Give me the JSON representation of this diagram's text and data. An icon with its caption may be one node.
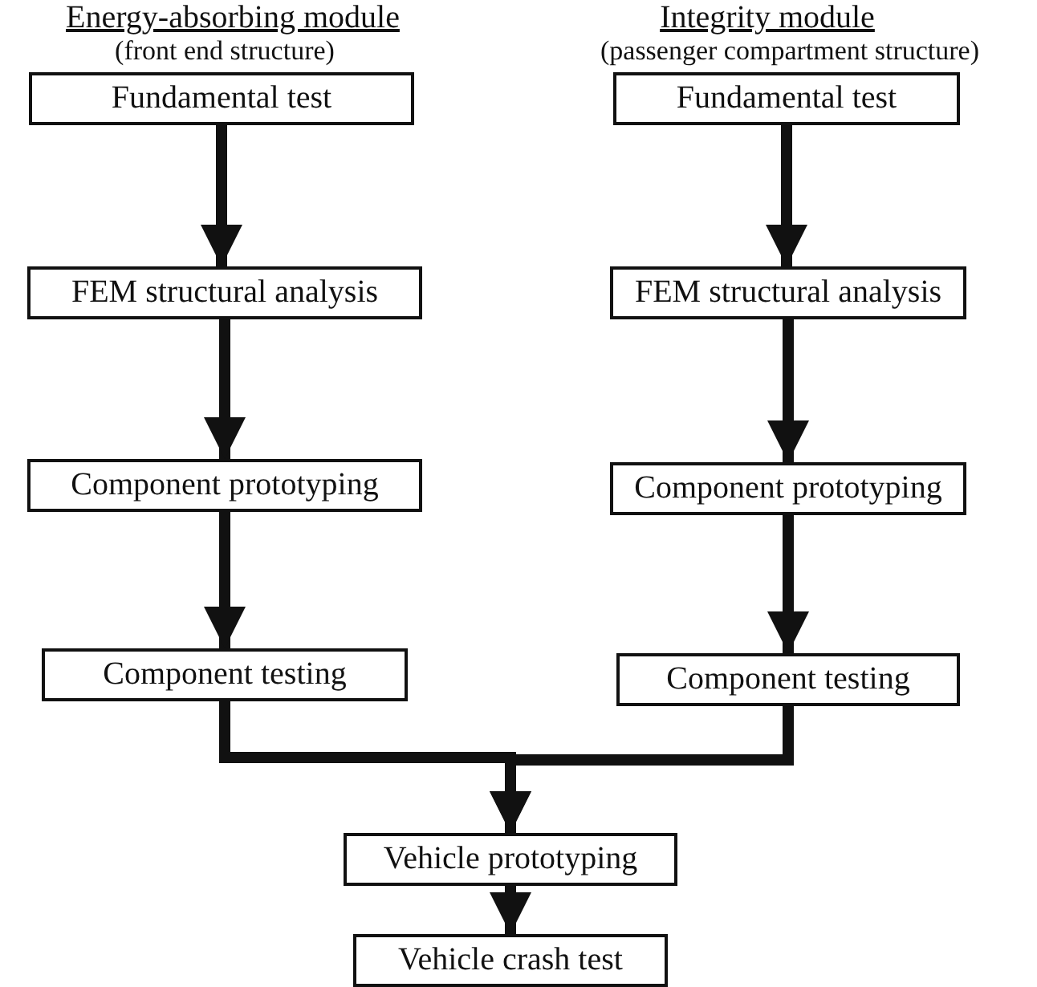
{
  "diagram": {
    "nodes": [
      {
        "text": [
          "Fundamental test"
        ]
      },
      {
        "text": [
          "FEM structural analysis"
        ]
      },
      {
        "text": [
          "Component prototyping"
        ]
      },
      {
        "text": [
          "Component testing"
        ]
      },
      {
        "text": [
          "Fundamental test"
        ]
      },
      {
        "text": [
          "FEM structural analysis"
        ]
      },
      {
        "text": [
          "Component prototyping"
        ]
      },
      {
        "text": [
          "Component testing"
        ]
      },
      {
        "text": [
          "Vehicle prototyping"
        ]
      },
      {
        "text": [
          "Vehicle crash test"
        ]
      }
    ],
    "edges": [
      {
        "from": 0,
        "to": 1,
        "arrow": "to"
      },
      {
        "from": 1,
        "to": 2,
        "arrow": "to"
      },
      {
        "from": 2,
        "to": 3,
        "arrow": "to"
      },
      {
        "from": 4,
        "to": 5,
        "arrow": "to"
      },
      {
        "from": 5,
        "to": 6,
        "arrow": "to"
      },
      {
        "from": 6,
        "to": 7,
        "arrow": "to"
      },
      {
        "from": 3,
        "to": 8,
        "arrow": "to"
      },
      {
        "from": 7,
        "to": 8,
        "arrow": "to"
      },
      {
        "from": 8,
        "to": 9,
        "arrow": "to"
      }
    ],
    "labels": [
      "Energy-absorbing module",
      "(front end structure)",
      "Integrity module",
      "(passenger compartment structure)"
    ]
  }
}
